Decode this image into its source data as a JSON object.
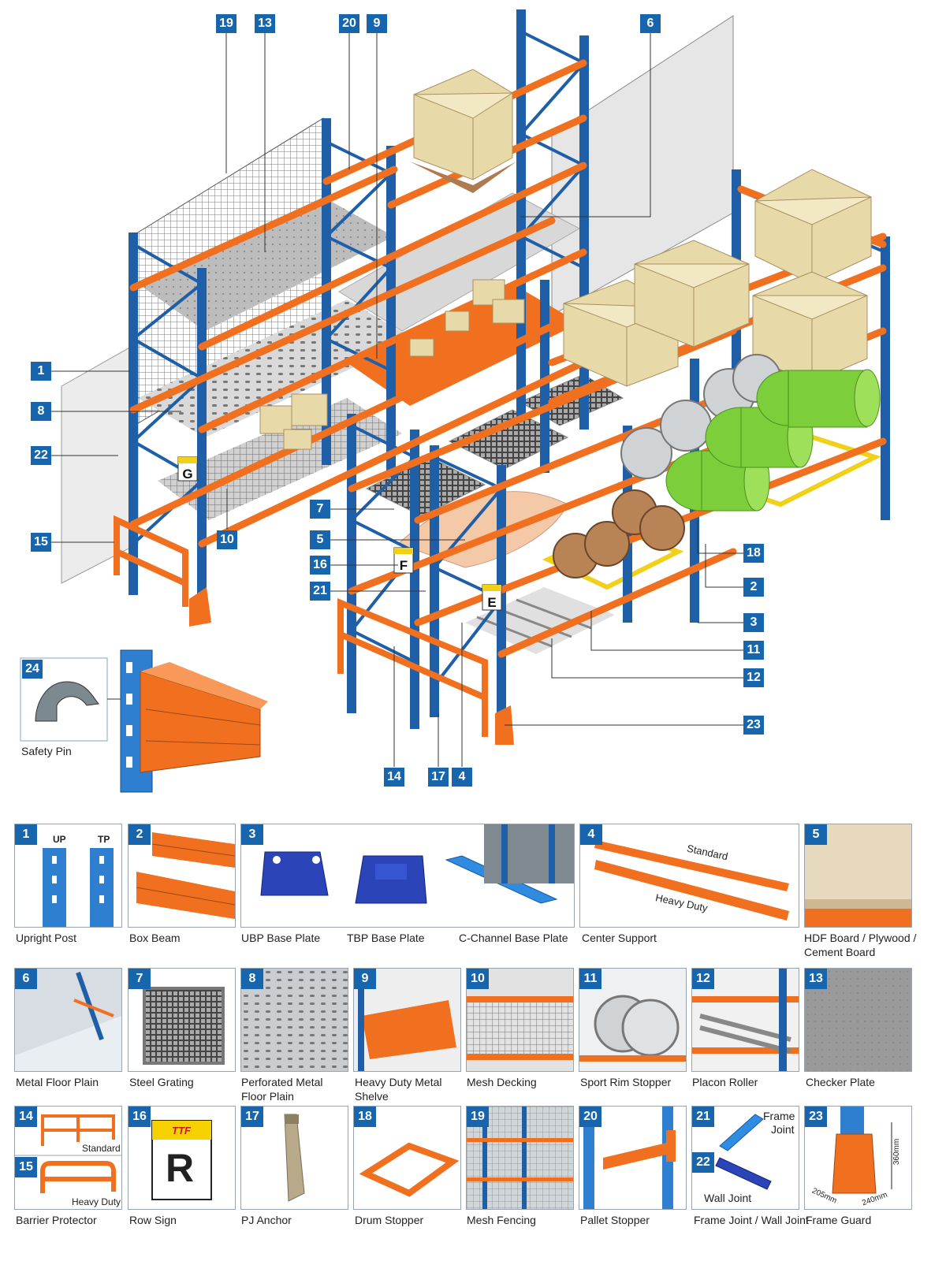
{
  "callouts": [
    "19",
    "13",
    "20",
    "9",
    "6",
    "1",
    "8",
    "22",
    "15",
    "10",
    "7",
    "5",
    "16",
    "21",
    "18",
    "2",
    "3",
    "11",
    "12",
    "23",
    "14",
    "17",
    "4",
    "24"
  ],
  "safety_pin_label": "Safety Pin",
  "row_signs": {
    "g": "G",
    "f": "F",
    "e": "E"
  },
  "sign_brand": "TTF",
  "catalog": [
    {
      "num": "1",
      "captions": [
        "Upright Post"
      ],
      "labels": {
        "up": "UP",
        "tp": "TP"
      }
    },
    {
      "num": "2",
      "captions": [
        "Box Beam"
      ]
    },
    {
      "num": "3",
      "captions": [
        "UBP Base Plate",
        "TBP Base Plate",
        "C-Channel Base Plate"
      ]
    },
    {
      "num": "4",
      "captions": [
        "Center Support"
      ],
      "labels": {
        "standard": "Standard",
        "heavy": "Heavy Duty"
      }
    },
    {
      "num": "5",
      "captions": [
        "HDF Board / Plywood /",
        "Cement Board"
      ]
    },
    {
      "num": "6",
      "captions": [
        "Metal Floor Plain"
      ]
    },
    {
      "num": "7",
      "captions": [
        "Steel Grating"
      ]
    },
    {
      "num": "8",
      "captions": [
        "Perforated Metal",
        "Floor Plain"
      ]
    },
    {
      "num": "9",
      "captions": [
        "Heavy Duty Metal",
        "Shelve"
      ]
    },
    {
      "num": "10",
      "captions": [
        "Mesh Decking"
      ]
    },
    {
      "num": "11",
      "captions": [
        "Sport Rim Stopper"
      ]
    },
    {
      "num": "12",
      "captions": [
        "Placon Roller"
      ]
    },
    {
      "num": "13",
      "captions": [
        "Checker Plate"
      ]
    },
    {
      "num": "14",
      "num2": "15",
      "captions": [
        "Barrier Protector"
      ],
      "labels": {
        "standard": "Standard",
        "heavy": "Heavy Duty"
      }
    },
    {
      "num": "16",
      "captions": [
        "Row Sign"
      ],
      "labels": {
        "sign": "R",
        "brand": "TTF"
      }
    },
    {
      "num": "17",
      "captions": [
        "PJ Anchor"
      ]
    },
    {
      "num": "18",
      "captions": [
        "Drum Stopper"
      ]
    },
    {
      "num": "19",
      "captions": [
        "Mesh Fencing"
      ]
    },
    {
      "num": "20",
      "captions": [
        "Pallet Stopper"
      ]
    },
    {
      "num": "21",
      "num2": "22",
      "captions": [
        "Frame Joint / Wall Joint"
      ],
      "labels": {
        "frame": "Frame",
        "joint": "Joint",
        "wall": "Wall Joint"
      }
    },
    {
      "num": "23",
      "captions": [
        "Frame Guard"
      ],
      "labels": {
        "h": "360mm",
        "w1": "205mm",
        "w2": "240mm"
      }
    }
  ],
  "colors": {
    "accent": "#1766ad",
    "upright": "#1f5fa8",
    "beam": "#f07020",
    "box": "#e8d9a8",
    "drum": "#7ccf3a"
  }
}
